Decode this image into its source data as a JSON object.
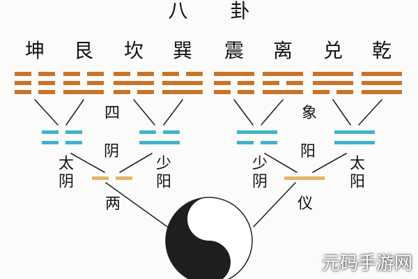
{
  "title": "八 卦",
  "trigrams": [
    {
      "name": "坤",
      "lines": [
        0,
        0,
        0
      ]
    },
    {
      "name": "艮",
      "lines": [
        1,
        0,
        0
      ]
    },
    {
      "name": "坎",
      "lines": [
        0,
        1,
        0
      ]
    },
    {
      "name": "巽",
      "lines": [
        1,
        1,
        0
      ]
    },
    {
      "name": "震",
      "lines": [
        0,
        0,
        1
      ]
    },
    {
      "name": "离",
      "lines": [
        1,
        0,
        1
      ]
    },
    {
      "name": "兑",
      "lines": [
        0,
        1,
        1
      ]
    },
    {
      "name": "乾",
      "lines": [
        1,
        1,
        1
      ]
    }
  ],
  "sixiang": [
    {
      "label": "太阴",
      "lines": [
        0,
        0
      ]
    },
    {
      "label": "少阳",
      "lines": [
        1,
        0
      ]
    },
    {
      "label": "少阴",
      "lines": [
        0,
        1
      ]
    },
    {
      "label": "太阳",
      "lines": [
        1,
        1
      ]
    }
  ],
  "liangyi": [
    {
      "lines": [
        0
      ]
    },
    {
      "lines": [
        1
      ]
    }
  ],
  "level_labels": {
    "sixiang_a": "四",
    "sixiang_b": "象",
    "yin": "阴",
    "yang": "阳",
    "liangyi_a": "两",
    "liangyi_b": "仪"
  },
  "watermark": "元码手游网",
  "colors": {
    "trigram": "#c8742a",
    "sixiang": "#3fb2c9",
    "liangyi": "#e2b566",
    "line": "#222222",
    "yin_dark": "#1e1e1e",
    "yang_light": "#ffffff"
  }
}
